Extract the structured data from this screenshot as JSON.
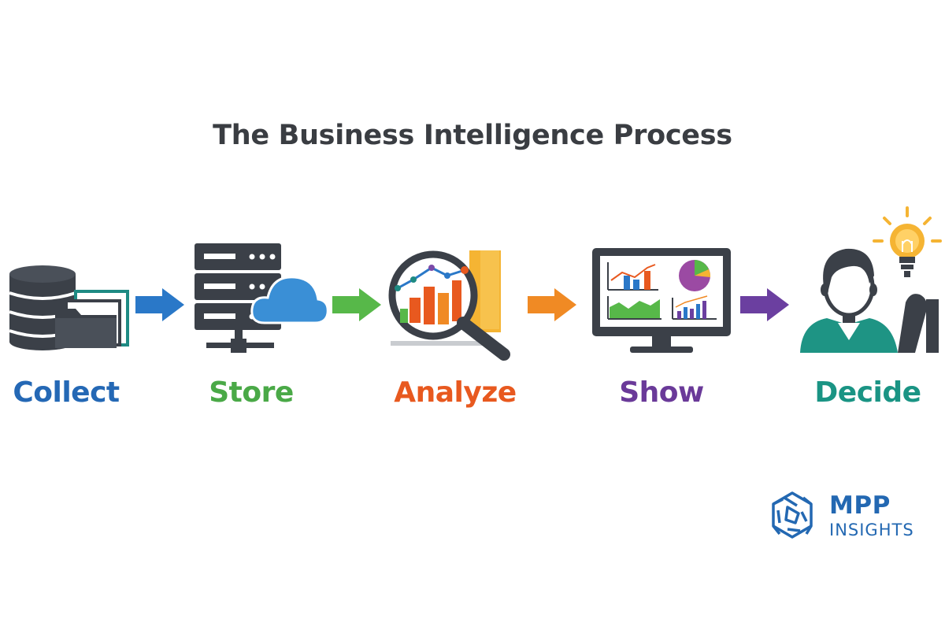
{
  "title": "The Business Intelligence Process",
  "steps": [
    {
      "label": "Collect",
      "icon": "database-folder-icon",
      "color": "#2468b5"
    },
    {
      "label": "Store",
      "icon": "server-cloud-icon",
      "color": "#4aa947"
    },
    {
      "label": "Analyze",
      "icon": "magnifier-chart-icon",
      "color": "#e8591f"
    },
    {
      "label": "Show",
      "icon": "monitor-dashboard-icon",
      "color": "#6a3a99"
    },
    {
      "label": "Decide",
      "icon": "person-lightbulb-icon",
      "color": "#1a9484"
    }
  ],
  "arrows": [
    {
      "icon": "arrow-right-icon",
      "color": "#2a78c8"
    },
    {
      "icon": "arrow-right-icon",
      "color": "#57b849"
    },
    {
      "icon": "arrow-right-icon",
      "color": "#f08a24"
    },
    {
      "icon": "arrow-right-icon",
      "color": "#6b3fa0"
    }
  ],
  "logo": {
    "line1": "MPP",
    "line2": "INSIGHTS",
    "icon": "mpp-logo-icon",
    "color": "#2368b2"
  }
}
